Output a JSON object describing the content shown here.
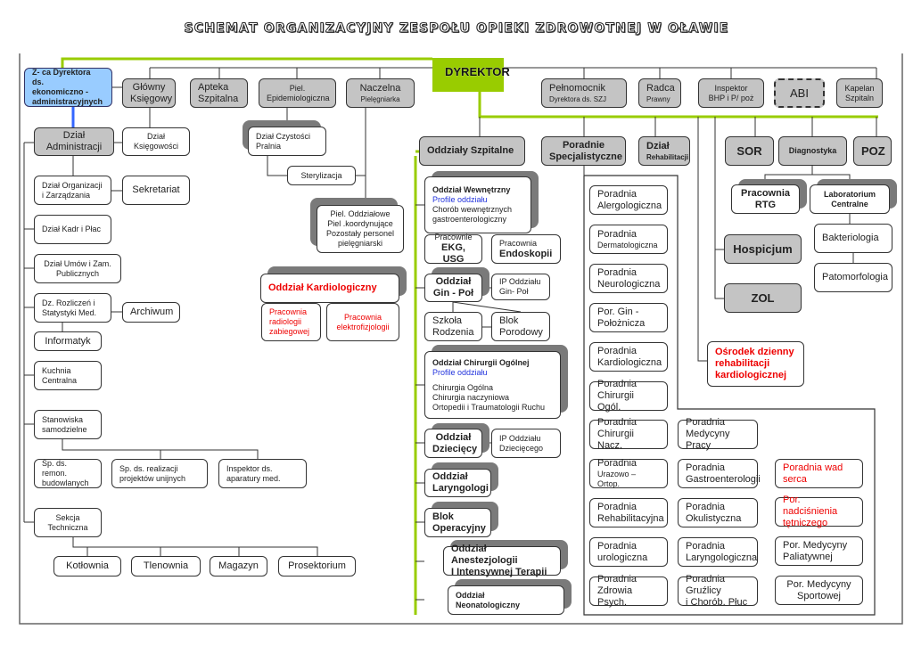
{
  "title": "SCHEMAT ORGANIZACYJNY ZESPOŁU OPIEKI ZDROWOTNEJ W OŁAWIE",
  "colors": {
    "director": "#99cc00",
    "deputy": "#99ccff",
    "gray": "#c4c4c4",
    "red": "#ee0000",
    "blue_text": "#2233dd"
  },
  "boxes": {
    "dyrektor": [
      "DYREKTOR"
    ],
    "zca": [
      "Z- ca Dyrektora ds.",
      "ekonomiczno  -",
      "administracyjnych"
    ],
    "ksiegowy": [
      "Główny",
      "Księgowy"
    ],
    "apteka": [
      "Apteka",
      "Szpitalna"
    ],
    "epid": [
      "Piel.",
      "Epidemiologiczna"
    ],
    "naczelna": [
      "Naczelna",
      "Pielęgniarka"
    ],
    "pelnomocnik": [
      "Pełnomocnik",
      "Dyrektora ds. SZJ"
    ],
    "radca": [
      "Radca",
      "Prawny"
    ],
    "bhp": [
      "Inspektor",
      "BHP i P/ poż"
    ],
    "abi": [
      "ABI"
    ],
    "kapelan": [
      "Kapelan",
      "Szpitaln"
    ],
    "administracji": [
      "Dział",
      "Administracji"
    ],
    "ksiegowosci": [
      "Dział",
      "Księgowości"
    ],
    "organizacji": [
      "Dział Organizacji",
      "i Zarządzania"
    ],
    "sekretariat": [
      "Sekretariat"
    ],
    "kadr": [
      "Dział Kadr i Płac"
    ],
    "umow": [
      "Dział Umów i Zam.",
      "Publicznych"
    ],
    "rozliczen": [
      "Dz. Rozliczeń i",
      "Statystyki Med."
    ],
    "archiwum": [
      "Archiwum"
    ],
    "informatyk": [
      "Informatyk"
    ],
    "kuchnia": [
      "Kuchnia",
      "Centralna"
    ],
    "stanowiska": [
      "Stanowiska",
      "samodzielne"
    ],
    "remon": [
      "Sp. ds. remon.",
      "budowlanych"
    ],
    "realiz": [
      "Sp. ds. realizacji",
      "projektów unijnych"
    ],
    "aparatury": [
      "Inspektor  ds.",
      "aparatury  med."
    ],
    "sekcja": [
      "Sekcja",
      "Techniczna"
    ],
    "kotlownia": [
      "Kotłownia"
    ],
    "tlenownia": [
      "Tlenownia"
    ],
    "magazyn": [
      "Magazyn"
    ],
    "prosektorium": [
      "Prosektorium"
    ],
    "czystosci": [
      "Dział Czystości",
      "Pralnia"
    ],
    "sterylizacja": [
      "Sterylizacja"
    ],
    "pielodd": [
      "Piel. Oddziałowe",
      "Piel .koordynujące",
      "Pozostały personel",
      "pielęgniarski"
    ],
    "kardio": [
      "Oddział Kardiologiczny"
    ],
    "radiologii": [
      "Pracownia",
      "radiologii",
      "zabiegowej"
    ],
    "elektrofiz": [
      "Pracownia",
      "elektrofizjologii"
    ],
    "szpitalne": [
      "Oddziały Szpitalne"
    ],
    "wewnetrzny": [
      "Oddział Wewnętrzny",
      "Profile oddziału",
      "Chorób wewnętrznych",
      "gastroenterologiczny"
    ],
    "ekg": [
      "Pracownie",
      "EKG, USG"
    ],
    "endoskopii": [
      "Pracownia",
      "Endoskopii"
    ],
    "ginpol": [
      "Oddział",
      "Gin - Poł"
    ],
    "ipgin": [
      "IP Oddziału",
      "Gin- Poł"
    ],
    "szkola": [
      "Szkoła",
      "Rodzenia"
    ],
    "porodowy": [
      "Blok",
      "Porodowy"
    ],
    "chirurgii": [
      "Oddział Chirurgii Ogólnej",
      "Profile oddziału",
      "",
      "Chirurgia Ogólna",
      "Chirurgia naczyniowa",
      "Ortopedii i Traumatologii Ruchu"
    ],
    "dzieciecy": [
      "Oddział",
      "Dziecięcy"
    ],
    "ipdziec": [
      "IP Oddziału",
      "Dziecięcego"
    ],
    "laryng": [
      "Oddział",
      "Laryngologi"
    ],
    "blokop": [
      "Blok",
      "Operacyjny"
    ],
    "anest": [
      "Oddział  Anestezjologii",
      "I Intensywnej Terapii"
    ],
    "neonat": [
      "Oddział",
      "Neonatologiczny"
    ],
    "poradnie": [
      "Poradnie",
      "Specjalistyczne"
    ],
    "rehab": [
      "Dział",
      "Rehabilitacji"
    ],
    "sor": [
      "SOR"
    ],
    "diagnostyka": [
      "Diagnostyka"
    ],
    "poz": [
      "POZ"
    ],
    "rtg": [
      "Pracownia",
      "RTG"
    ],
    "lab": [
      "Laboratorium",
      "Centralne"
    ],
    "bakter": [
      "Bakteriologia"
    ],
    "patomorf": [
      "Patomorfologia"
    ],
    "hospicjum": [
      "Hospicjum"
    ],
    "zol": [
      "ZOL"
    ],
    "osrodek": [
      "Ośrodek dzienny",
      "rehabilitacji",
      "kardiologicznej"
    ],
    "p_alerg": [
      "Poradnia",
      "Alergologiczna"
    ],
    "p_derm": [
      "Poradnia",
      "Dermatologiczna"
    ],
    "p_neuro": [
      "Poradnia",
      "Neurologiczna"
    ],
    "p_gin": [
      "Por. Gin -",
      "Położnicza"
    ],
    "p_kardio": [
      "Poradnia",
      "Kardiologiczna"
    ],
    "p_chir": [
      "Poradnia",
      "Chirurgii Ogól."
    ],
    "p_nacz": [
      "Poradnia",
      "Chirurgii Nacz."
    ],
    "p_uraz": [
      "Poradnia",
      "Urazowo – Ortop."
    ],
    "p_rehab": [
      "Poradnia",
      "Rehabilitacyjna"
    ],
    "p_urol": [
      "Poradnia",
      "urologiczna"
    ],
    "p_psych": [
      "Poradnia",
      "Zdrowia Psych."
    ],
    "p_pracy": [
      "Poradnia",
      "Medycyny Pracy"
    ],
    "p_gastro": [
      "Poradnia",
      "Gastroenterologii"
    ],
    "p_okul": [
      "Poradnia",
      "Okulistyczna"
    ],
    "p_laryng": [
      "Poradnia",
      "Laryngologiczna"
    ],
    "p_gruz": [
      "Poradnia Gruźlicy",
      "i Chorób. Płuc"
    ],
    "p_wad": [
      "Poradnia wad",
      "serca"
    ],
    "p_nadc": [
      "Por. nadciśnienia",
      "tętniczego"
    ],
    "p_paliat": [
      "Por. Medycyny",
      "Paliatywnej"
    ],
    "p_sport": [
      "Por. Medycyny",
      "Sportowej"
    ]
  }
}
